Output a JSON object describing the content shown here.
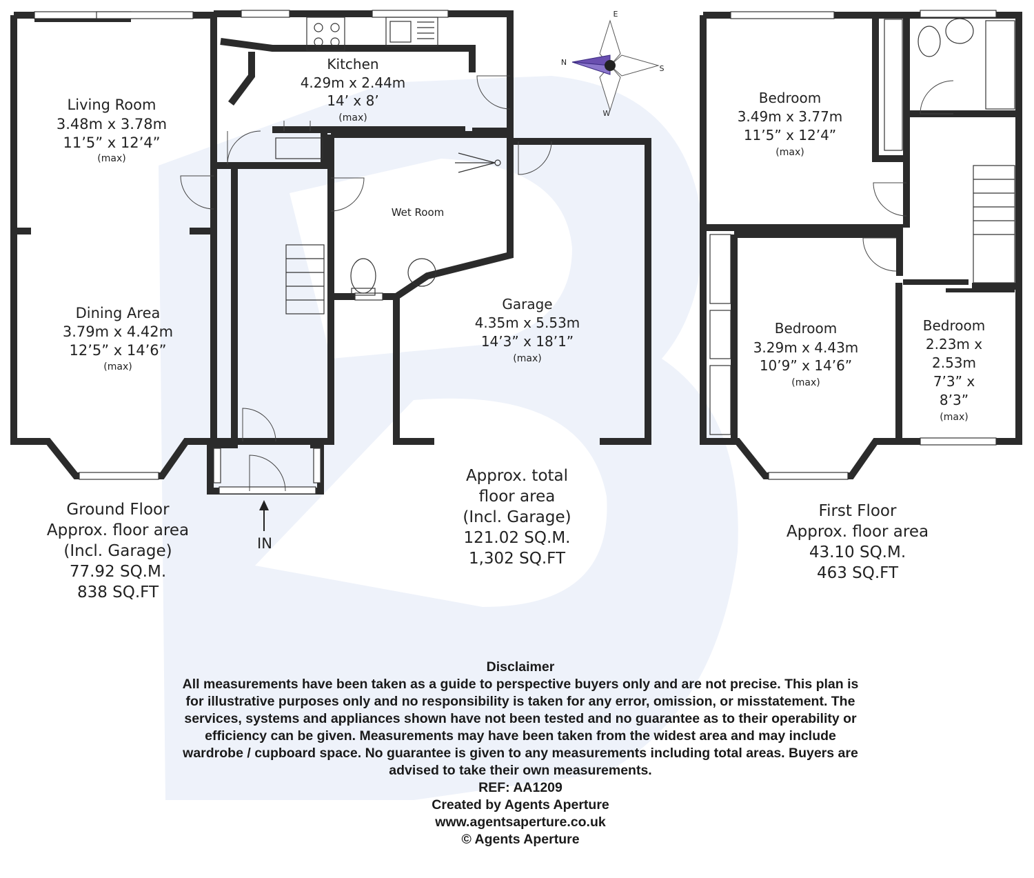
{
  "ground_floor": {
    "rooms": {
      "living": {
        "name": "Living Room",
        "metric": "3.48m x 3.78m",
        "imperial": "11’5” x 12’4”",
        "note": "(max)"
      },
      "dining": {
        "name": "Dining Area",
        "metric": "3.79m x 4.42m",
        "imperial": "12’5” x 14’6”",
        "note": "(max)"
      },
      "kitchen": {
        "name": "Kitchen",
        "metric": "4.29m x 2.44m",
        "imperial": "14’ x 8’",
        "note": "(max)"
      },
      "wetroom": {
        "name": "Wet Room"
      },
      "garage": {
        "name": "Garage",
        "metric": "4.35m x 5.53m",
        "imperial": "14’3” x 18’1”",
        "note": "(max)"
      }
    },
    "entrance": "IN",
    "summary": [
      "Ground Floor",
      "Approx. floor area",
      "(Incl. Garage)",
      "77.92 SQ.M.",
      "838 SQ.FT"
    ]
  },
  "total": {
    "summary": [
      "Approx. total",
      "floor area",
      "(Incl. Garage)",
      "121.02 SQ.M.",
      "1,302 SQ.FT"
    ]
  },
  "first_floor": {
    "rooms": {
      "bed1": {
        "name": "Bedroom",
        "metric": "3.49m x 3.77m",
        "imperial": "11’5” x 12’4”",
        "note": "(max)"
      },
      "bed2": {
        "name": "Bedroom",
        "metric": "3.29m x 4.43m",
        "imperial": "10’9” x 14’6”",
        "note": "(max)"
      },
      "bed3": {
        "name": "Bedroom",
        "metric1": "2.23m x",
        "metric2": "2.53m",
        "imperial1": "7’3” x",
        "imperial2": "8’3”",
        "note": "(max)"
      }
    },
    "summary": [
      "First Floor",
      "Approx. floor area",
      "43.10 SQ.M.",
      "463 SQ.FT"
    ]
  },
  "compass": {
    "n": "N",
    "e": "E",
    "s": "S",
    "w": "W",
    "needle_color": "#6a4fb0"
  },
  "watermark_color": "#eef2fa",
  "disclaimer": {
    "title": "Disclaimer",
    "lines": [
      "All measurements have been taken as a guide to perspective buyers only and are not precise. This plan is",
      "for illustrative purposes only and no responsibility is taken for any error, omission, or misstatement. The",
      "services, systems and appliances shown have not been tested and no guarantee as to their operability or",
      "efficiency can be given. Measurements may have been taken from the widest area and may include",
      "wardrobe / cupboard space. No guarantee is given to any measurements including total areas. Buyers are",
      "advised to take their own measurements."
    ],
    "ref": "REF: AA1209",
    "created": "Created by Agents Aperture",
    "url": "www.agentsaperture.co.uk",
    "copyright": "© Agents Aperture"
  }
}
